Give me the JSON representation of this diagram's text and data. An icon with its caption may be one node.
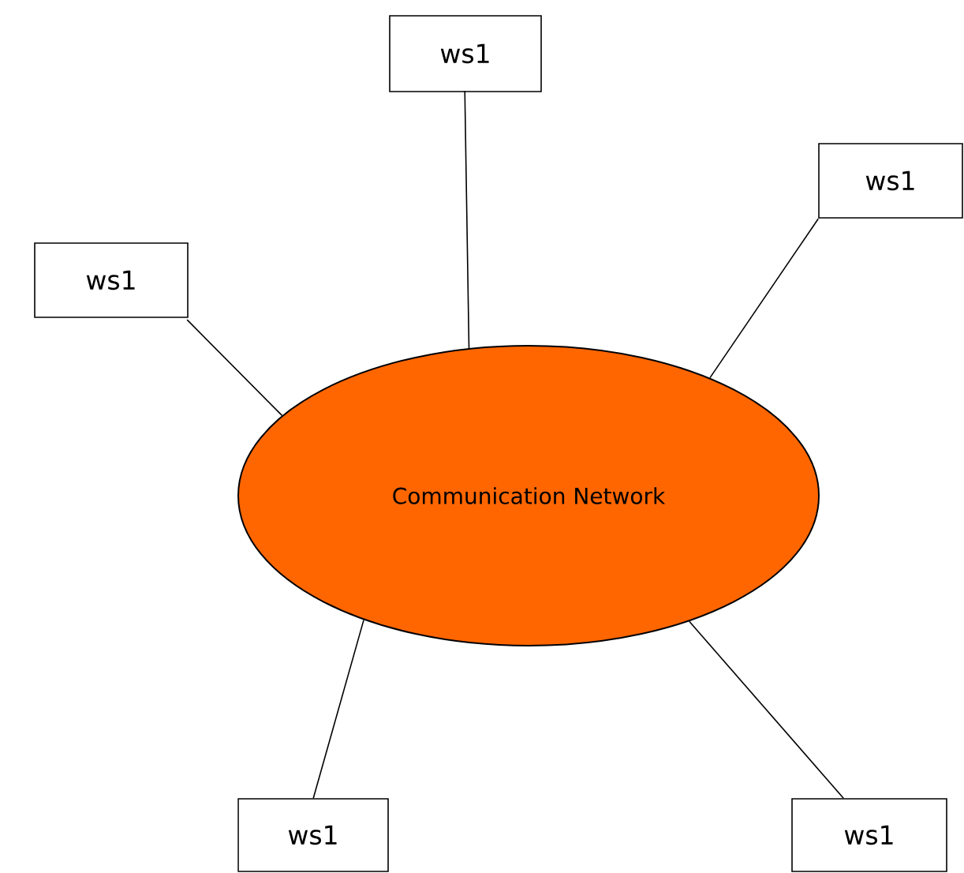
{
  "diagram": {
    "nodes": [
      {
        "text": [
          "ws1"
        ]
      },
      {
        "text": [
          "ws1"
        ]
      },
      {
        "text": [
          "ws1"
        ]
      },
      {
        "text": [
          "Communication Network"
        ]
      },
      {
        "text": [
          "ws1"
        ]
      },
      {
        "text": [
          "ws1"
        ]
      }
    ],
    "edges": [
      {
        "from": 0,
        "to": 3,
        "arrow": "none"
      },
      {
        "from": 1,
        "to": 3,
        "arrow": "none"
      },
      {
        "from": 2,
        "to": 3,
        "arrow": "none"
      },
      {
        "from": 4,
        "to": 3,
        "arrow": "none"
      },
      {
        "from": 5,
        "to": 3,
        "arrow": "none"
      }
    ]
  }
}
